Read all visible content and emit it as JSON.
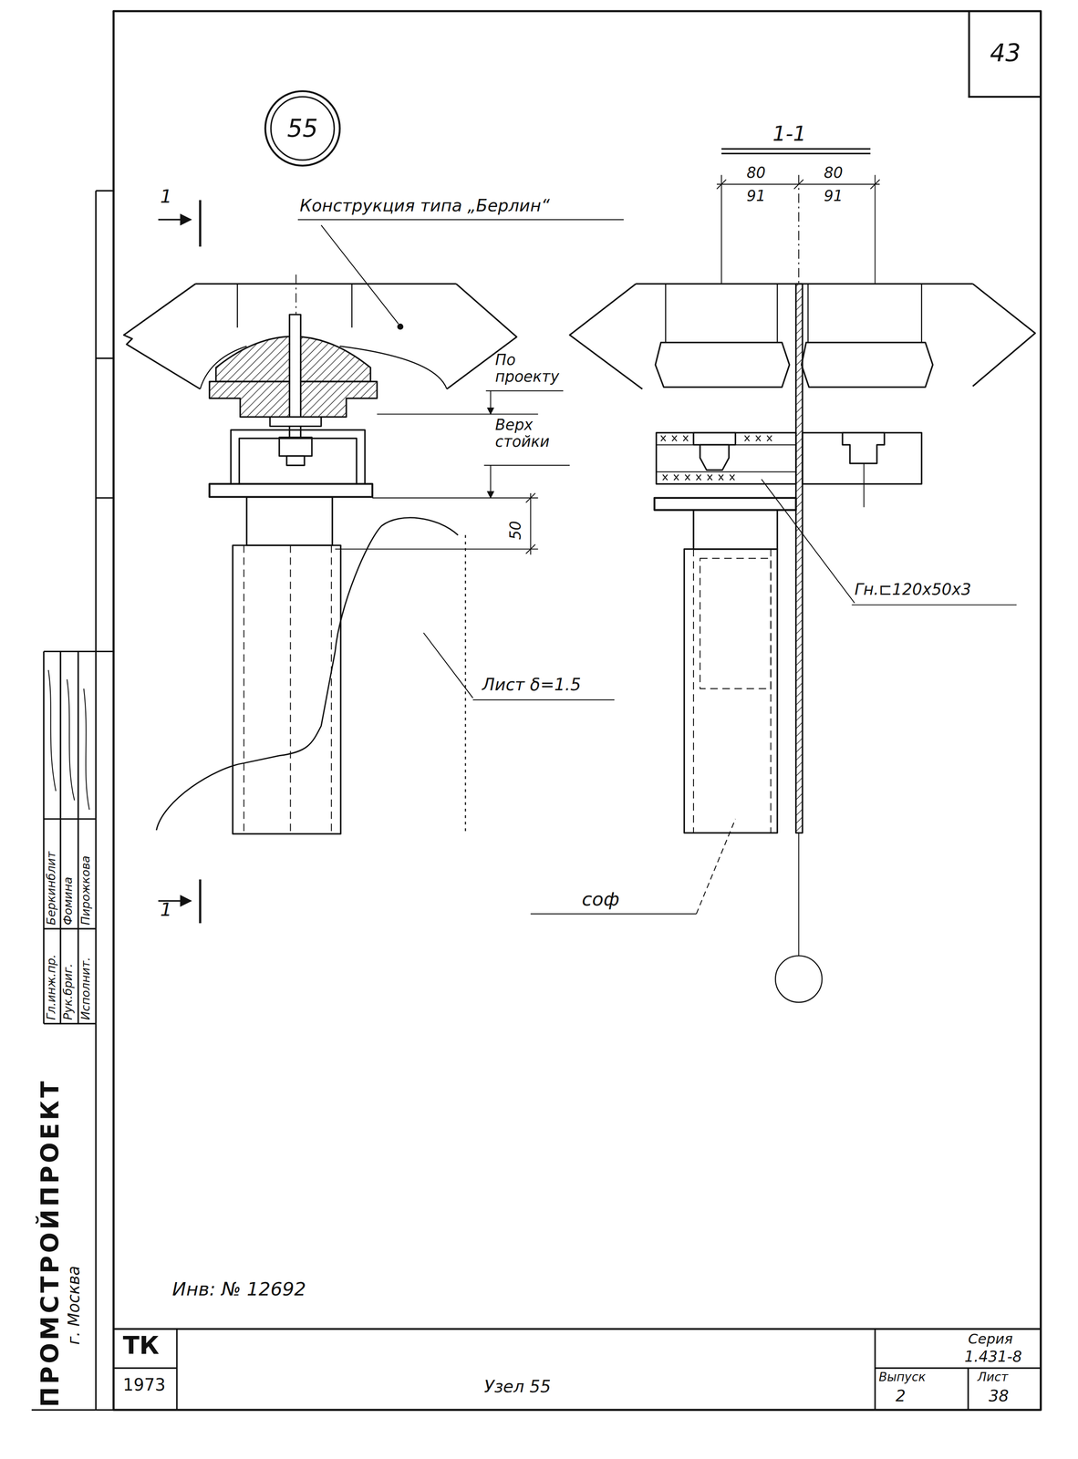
{
  "diagram": {
    "nodes": [
      {
        "text": [
          "43"
        ]
      },
      {
        "text": [
          "55"
        ]
      }
    ],
    "labels": [
      "1",
      "Конструкция типа „Берлин“",
      "По проекту",
      "Верх стойки",
      "50",
      "Лист δ=1.5",
      "1",
      "1-1",
      "80",
      "91",
      "80",
      "91",
      "Гн.⊏120х50х3",
      "соф",
      "Инв: № 12692",
      "ТК",
      "1973",
      "Узел 55",
      "Серия",
      "1.431-8",
      "Выпуск",
      "2",
      "Лист",
      "38",
      "ПРОМСТРОЙПРОЕКТ",
      "г. Москва",
      "Гл.инж.пр.",
      "Рук.бриг.",
      "Исполнит.",
      "Беркинблит",
      "Фомина",
      "Пирожкова"
    ]
  }
}
